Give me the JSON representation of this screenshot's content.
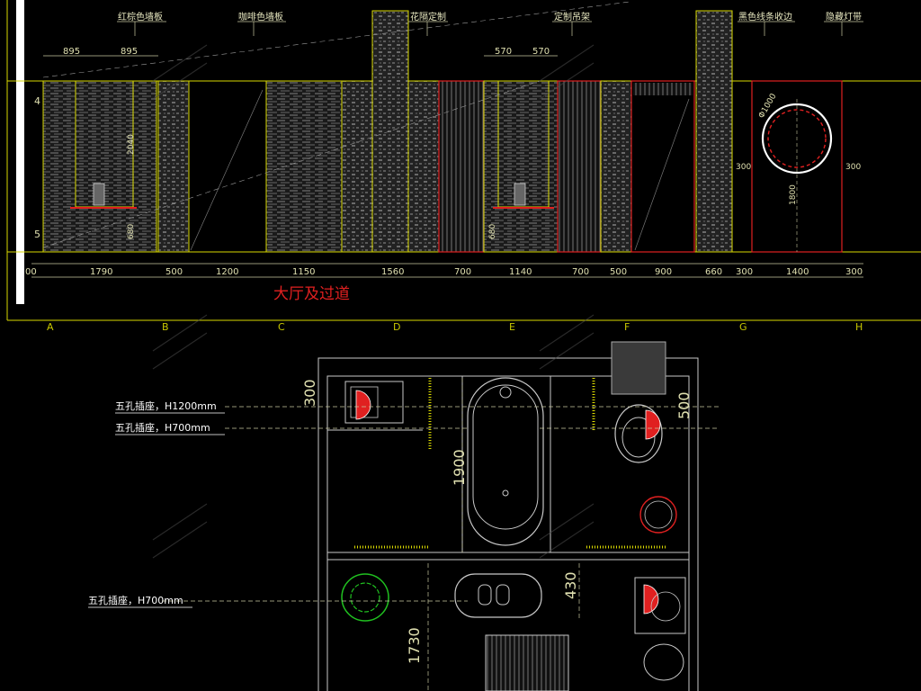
{
  "elevation": {
    "title": "大厅及过道",
    "top_labels": [
      "红棕色墙板",
      "咖啡色墙板",
      "花隔定制",
      "定制吊架",
      "黑色线条收边",
      "隐藏灯带"
    ],
    "top_dims": [
      "895",
      "895",
      "570",
      "570"
    ],
    "bottom_dims": [
      "00",
      "1790",
      "500",
      "1200",
      "1150",
      "1560",
      "700",
      "1140",
      "700",
      "500",
      "900",
      "660",
      "300",
      "1400",
      "300"
    ],
    "vertical_dims": [
      "2040",
      "680",
      "680",
      "300",
      "1800",
      "300"
    ],
    "circle_dim": "Φ1000",
    "level_marks": [
      "4",
      "5"
    ],
    "grid_axes": [
      "A",
      "B",
      "C",
      "D",
      "E",
      "F",
      "G",
      "H"
    ]
  },
  "plan": {
    "socket_labels": [
      "五孔插座，H1200mm",
      "五孔插座，H700mm",
      "五孔插座，H700mm"
    ],
    "dims": [
      "300",
      "500",
      "1900",
      "430",
      "1730"
    ]
  },
  "colors": {
    "background": "#000000",
    "wall_line": "#d8d800",
    "hatch": "#888888",
    "accent_red": "#e02020",
    "plant_green": "#20c020",
    "dim_line": "#c8c8a0"
  }
}
